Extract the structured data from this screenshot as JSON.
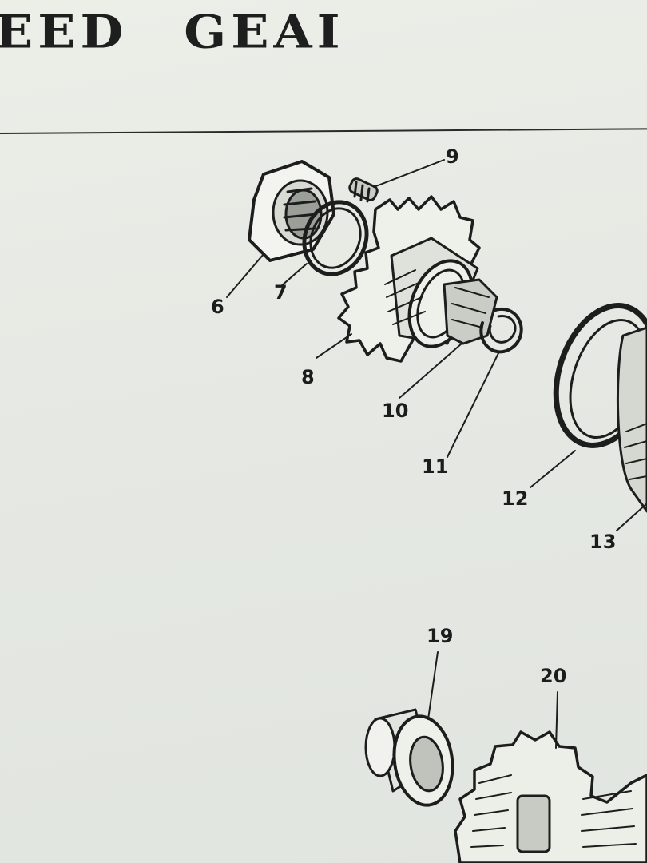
{
  "header": {
    "title_part1": "EED",
    "title_part2": "GEAI"
  },
  "callouts": [
    "9",
    "6",
    "7",
    "8",
    "10",
    "11",
    "12",
    "13",
    "19",
    "20"
  ]
}
